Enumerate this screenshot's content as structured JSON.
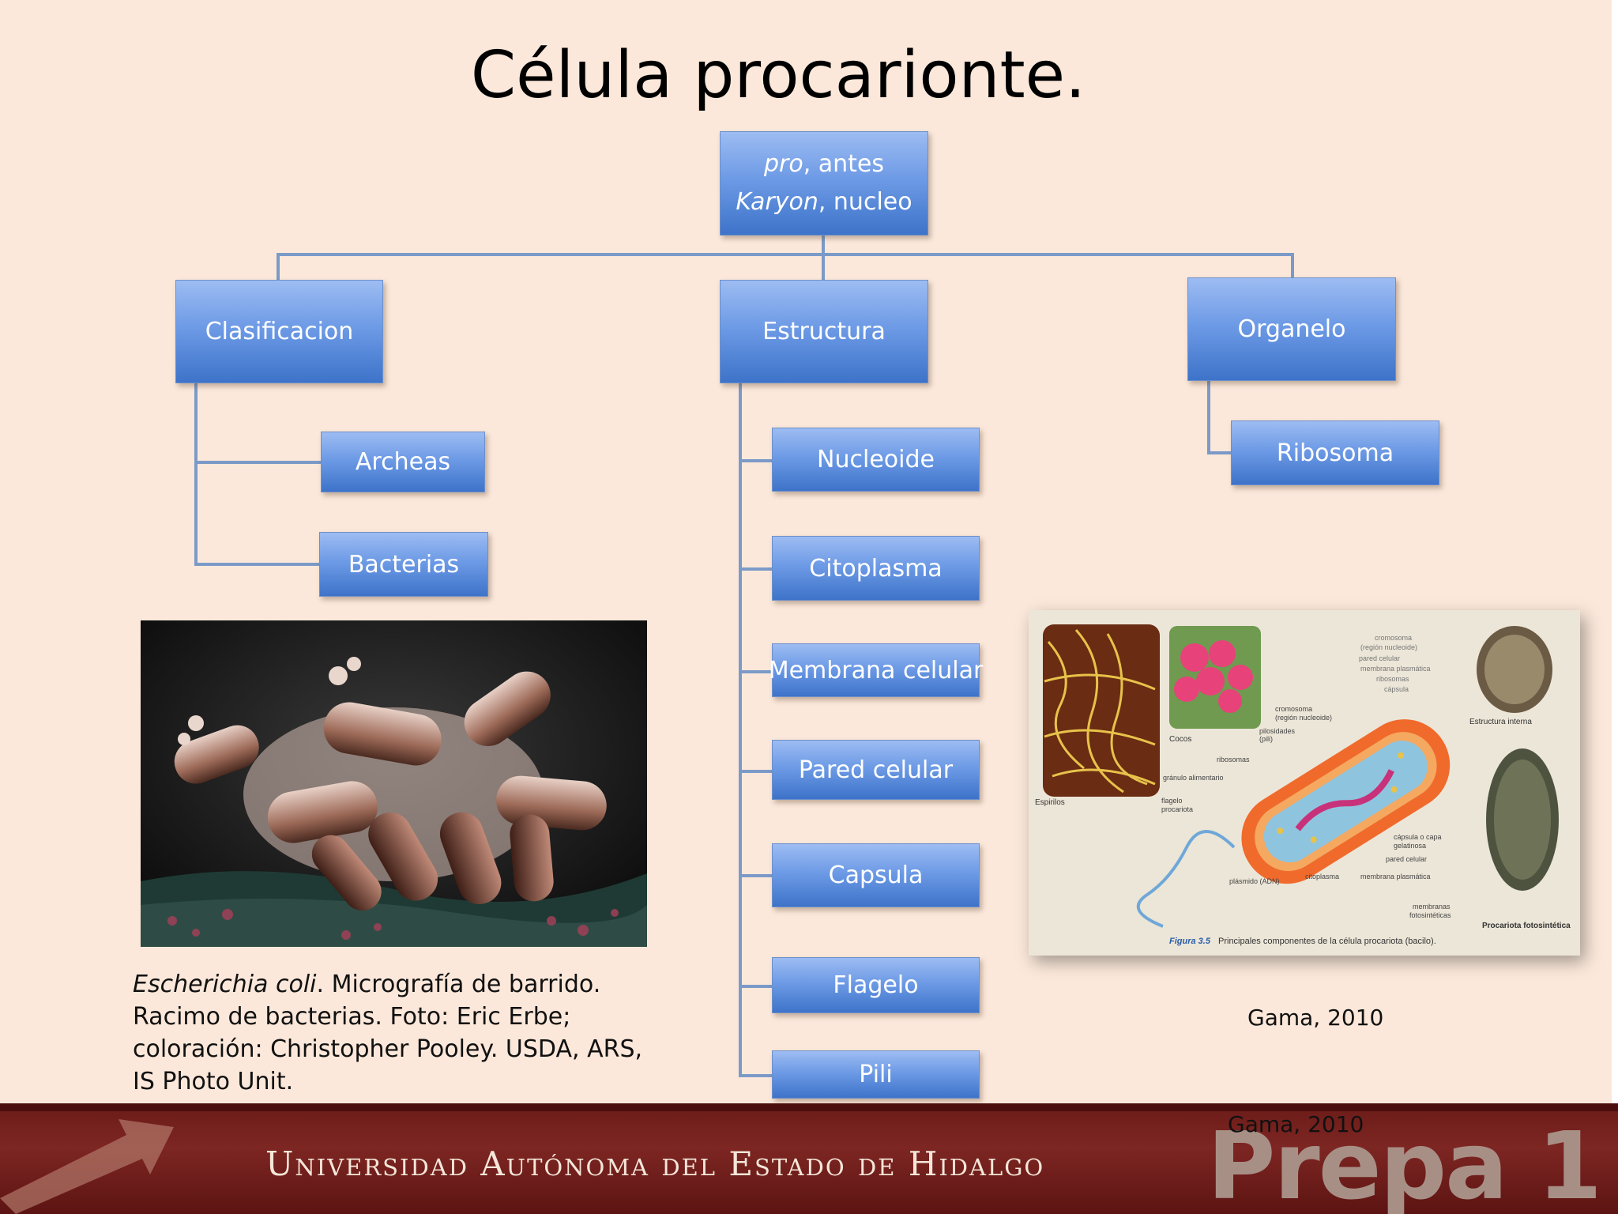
{
  "title": "Célula procarionte.",
  "root": {
    "line1_italic": "pro",
    "line1_rest": ", antes",
    "line2_italic": "Karyon",
    "line2_rest": ", nucleo"
  },
  "branches": {
    "clasificacion": {
      "label": "Clasificacion",
      "children": [
        "Archeas",
        "Bacterias"
      ]
    },
    "estructura": {
      "label": "Estructura",
      "children": [
        "Nucleoide",
        "Citoplasma",
        "Membrana celular",
        "Pared celular",
        "Capsula",
        "Flagelo",
        "Pili"
      ]
    },
    "organelo": {
      "label": "Organelo",
      "children": [
        "Ribosoma"
      ]
    }
  },
  "photo_caption": {
    "italic": "Escherichia coli",
    "rest": ". Micrografía de barrido. Racimo de bacterias. Foto: Eric Erbe; coloración: Christopher Pooley. USDA, ARS, IS Photo Unit."
  },
  "textbook_figure": {
    "caption_label": "Figura 3.5",
    "caption_text": "Principales componentes de la célula procariota (bacilo).",
    "labels": {
      "espirilos": "Espirilos",
      "cocos": "Cocos",
      "cromosoma_top": "cromosoma",
      "region_top": "(región nucleoide)",
      "pared_top": "pared celular",
      "membrana_top": "membrana plasmática",
      "ribosomas_top": "ribosomas",
      "capsula_top": "cápsula",
      "estructura_interna": "Estructura interna",
      "cromosoma": "cromosoma",
      "region": "(región nucleoide)",
      "pilosidades": "pilosidades",
      "pili": "(pili)",
      "ribosomas": "ribosomas",
      "granulo": "gránulo alimentario",
      "flagelo": "flagelo",
      "procariota": "procariota",
      "capsula_capa": "cápsula o capa",
      "gelatinosa": "gelatinosa",
      "pared": "pared celular",
      "plasmido": "plásmido (ADN)",
      "citoplasma": "citoplasma",
      "membrana": "membrana plasmática",
      "membranas": "membranas",
      "fotosinteticas": "fotosintéticas",
      "procariota_foto": "Procariota fotosintética"
    }
  },
  "cite_1": "Gama, 2010",
  "cite_2": "Gama, 2010",
  "footer": {
    "university": "Universidad Autónoma del Estado de Hidalgo",
    "prepa": "Prepa 1"
  },
  "colors": {
    "background": "#fbe8da",
    "box_top": "#9dbcf2",
    "box_bottom": "#3d73c9",
    "connector": "#7b9ac8",
    "footer": "#6b1b18"
  }
}
